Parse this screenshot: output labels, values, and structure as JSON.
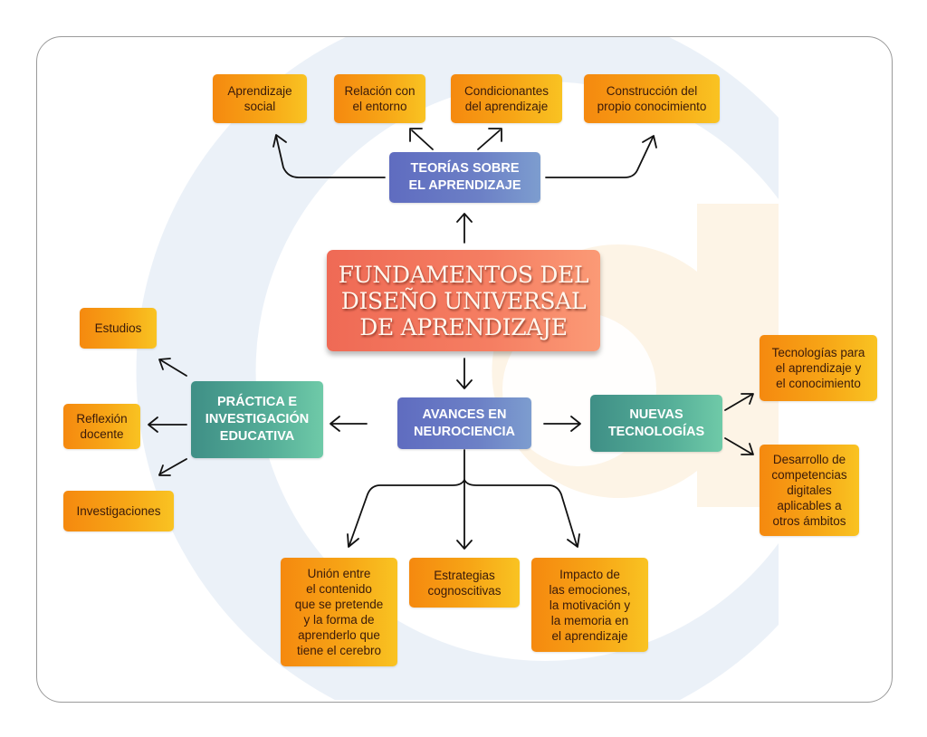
{
  "diagram": {
    "central": {
      "label": "FUNDAMENTOS DEL\nDISEÑO UNIVERSAL\nDE APRENDIZAJE"
    },
    "branches": {
      "teorias": {
        "label": "TEORÍAS SOBRE\nEL APRENDIZAJE",
        "children": [
          "Aprendizaje\nsocial",
          "Relación con\nel entorno",
          "Condicionantes\ndel aprendizaje",
          "Construcción del\npropio conocimiento"
        ]
      },
      "practica": {
        "label": "PRÁCTICA E\nINVESTIGACIÓN\nEDUCATIVA",
        "children": [
          "Estudios",
          "Reflexión\ndocente",
          "Investigaciones"
        ]
      },
      "neurociencia": {
        "label": "AVANCES EN\nNEUROCIENCIA",
        "children": [
          "Unión entre\nel contenido\nque se pretende\ny la forma de\naprenderlo que\ntiene el cerebro",
          "Estrategias\ncognoscitivas",
          "Impacto de\nlas emociones,\nla motivación y\nla memoria en\nel aprendizaje"
        ]
      },
      "tecnologias": {
        "label": "NUEVAS\nTECNOLOGÍAS",
        "children": [
          "Tecnologías para\nel aprendizaje y\nel conocimiento",
          "Desarrollo de\ncompetencias\ndigitales\naplicables a\notros ámbitos"
        ]
      }
    }
  },
  "colors": {
    "leaf": "#f7a516",
    "branch_blue": "#6c80c6",
    "branch_teal": "#55ae98",
    "central": "#f57e62",
    "watermark_blue": "#e6eef6",
    "watermark_peach": "#fdf1e0",
    "arrow": "#111111"
  }
}
